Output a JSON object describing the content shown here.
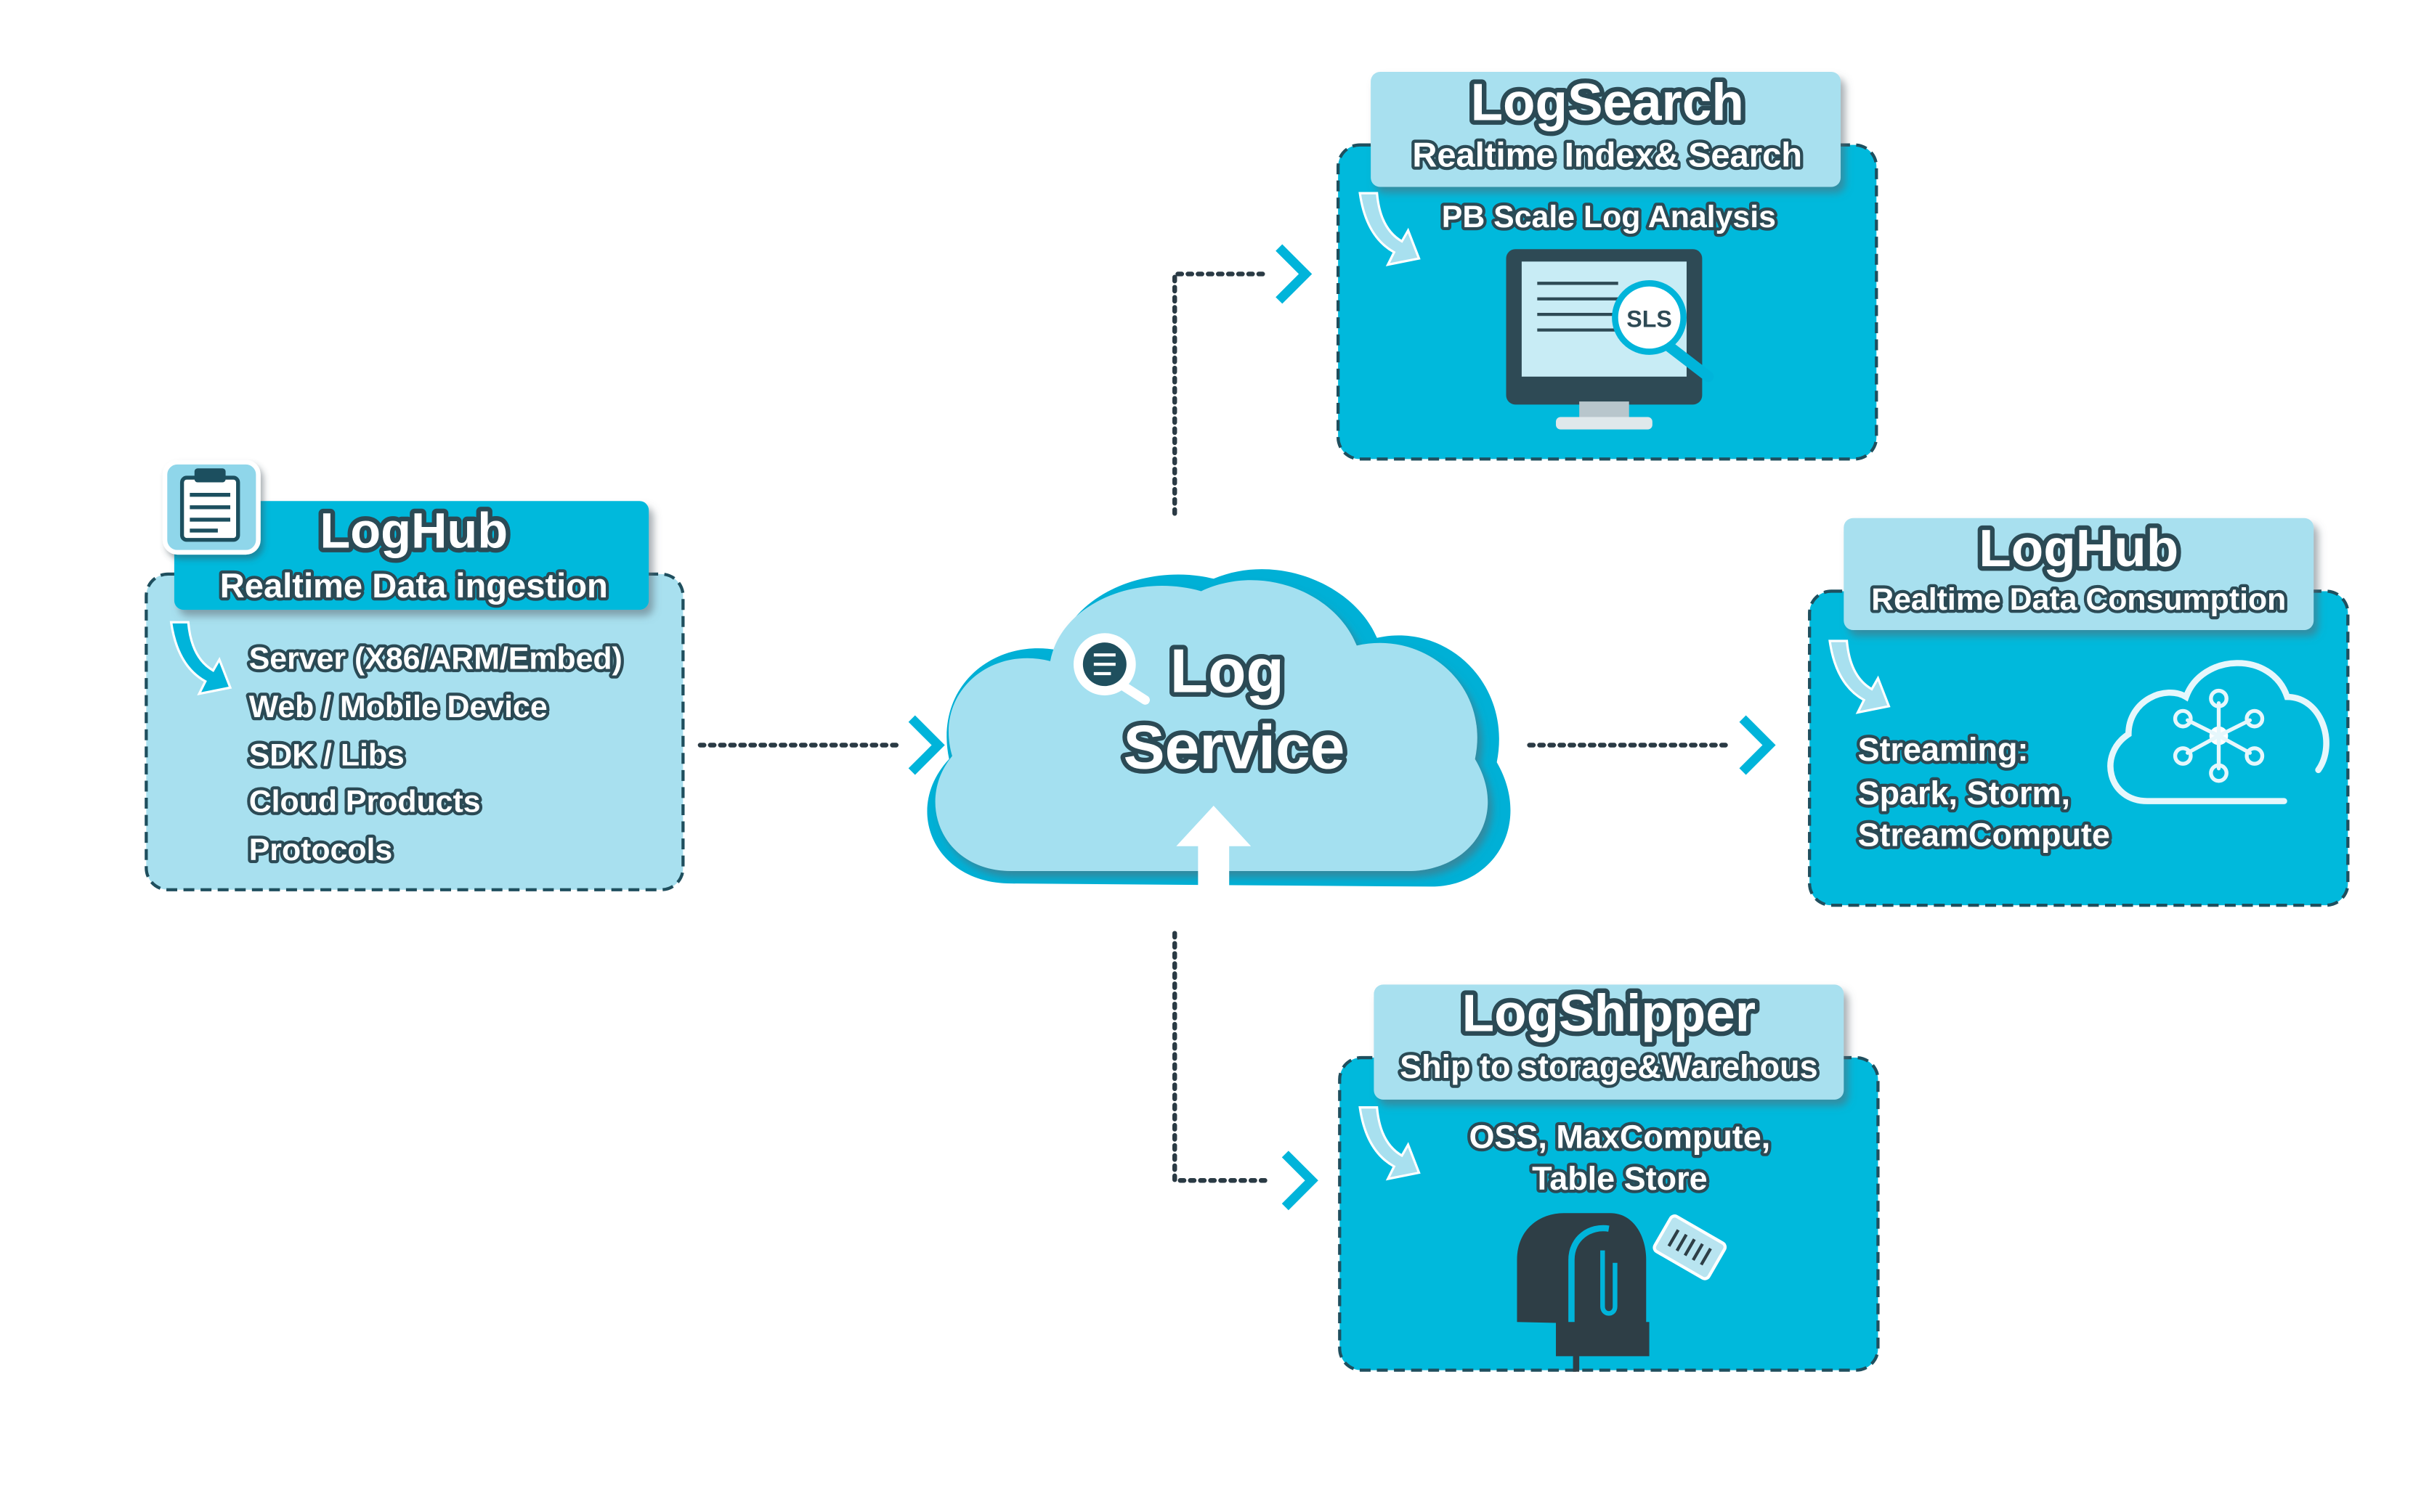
{
  "colors": {
    "light_panel": "#a8e0ef",
    "dark_panel": "#00b9dc",
    "border": "#1f4f5e",
    "cloud": "#a4e0f0",
    "cloud_edge": "#00b0d6",
    "connector": "#2a3a44",
    "chevron": "#00b4da",
    "shadow": "#5d6b72"
  },
  "ingestion": {
    "title": "LogHub",
    "subtitle": "Realtime Data ingestion",
    "icon": "clipboard-icon",
    "items": [
      "Server (X86/ARM/Embed)",
      "Web / Mobile Device",
      "SDK / Libs",
      "Cloud Products",
      "Protocols"
    ]
  },
  "center": {
    "line1": "Log",
    "line2": "Service",
    "icon": "search-chat-icon"
  },
  "search": {
    "title": "LogSearch",
    "subtitle": "Realtime Index& Search",
    "detail": "PB Scale Log Analysis",
    "icon_label": "SLS",
    "icon": "monitor-magnifier-icon"
  },
  "consumption": {
    "title": "LogHub",
    "subtitle": "Realtime Data Consumption",
    "items": [
      "Streaming:",
      "Spark, Storm,",
      "StreamCompute"
    ],
    "icon": "cloud-network-icon"
  },
  "shipper": {
    "title": "LogShipper",
    "subtitle": "Ship to storage&Warehous",
    "items": [
      "OSS, MaxCompute,",
      "Table Store"
    ],
    "icon": "mailbox-icon"
  }
}
